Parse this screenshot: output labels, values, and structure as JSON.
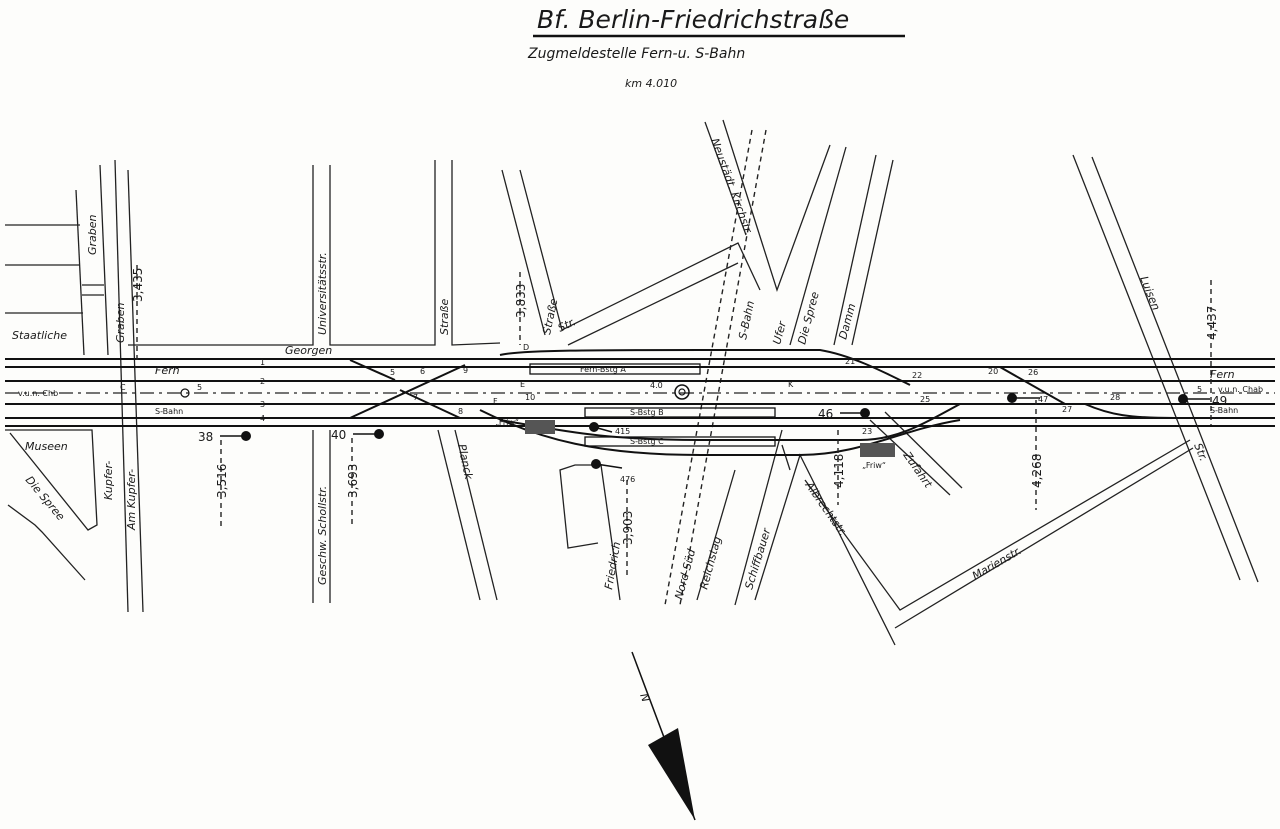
{
  "header": {
    "title": "Bf. Berlin-Friedrichstraße",
    "subtitle": "Zugmeldestelle Fern-u. S-Bahn",
    "km": "km 4.010"
  },
  "streets": {
    "graben1": "Graben",
    "graben2": "Graben",
    "staatliche": "Staatliche",
    "museen": "Museen",
    "spree_left": "Die Spree",
    "kupfer": "Kupfer-",
    "am_kupfer": "Am Kupfer-",
    "universitaet": "Universitätsstr.",
    "geschw_scholl": "Geschw. Schollstr.",
    "georgen": "Georgen",
    "strasse1": "Straße",
    "planck": "Planck",
    "strasse2": "Straße",
    "str": "Str.",
    "neustaedt": "Neustädt. Kirchstr.",
    "sbahn_tunnel": "S-Bahn",
    "ufer": "Ufer",
    "spree_right": "Die Spree",
    "damm": "Damm",
    "zufahrt": "Zufahrt",
    "friedrich": "Friedrich",
    "nord_sued": "Nord-Süd",
    "reichstag": "Reichstag",
    "schiffbauer": "Schiffbauer",
    "albrecht": "Albrechtstr.",
    "luisen": "Luisen",
    "luisen_str": "Str.",
    "marien": "Marienstr."
  },
  "tracks": {
    "fern_left": "Fern",
    "vun_left": "v.u.n. Chb",
    "sbahn_left": "S-Bahn",
    "fern_right": "Fern",
    "vun_right": "v.u.n. Chab",
    "sbahn_right": "S-Bahn",
    "numbers": [
      "1",
      "2",
      "3",
      "4"
    ]
  },
  "km_marks": [
    "3,435",
    "3,516",
    "3,693",
    "3,833",
    "3,903",
    "4,118",
    "4,268",
    "4,437"
  ],
  "signals": [
    "38",
    "40",
    "415",
    "476",
    "46",
    "47",
    "49",
    "5",
    "5"
  ],
  "platforms": {
    "a": "Fern-Bstg A",
    "b": "S-Bstg B",
    "c": "S-Bstg C",
    "center": "4.0",
    "friw1": "„Friw“",
    "friw2": "„Friw“"
  },
  "letters": [
    "C",
    "D",
    "E",
    "F",
    "K"
  ],
  "switches": [
    "5",
    "6",
    "7",
    "8",
    "9",
    "10",
    "20",
    "21",
    "22",
    "23",
    "25",
    "26",
    "27",
    "28"
  ],
  "north": "N"
}
